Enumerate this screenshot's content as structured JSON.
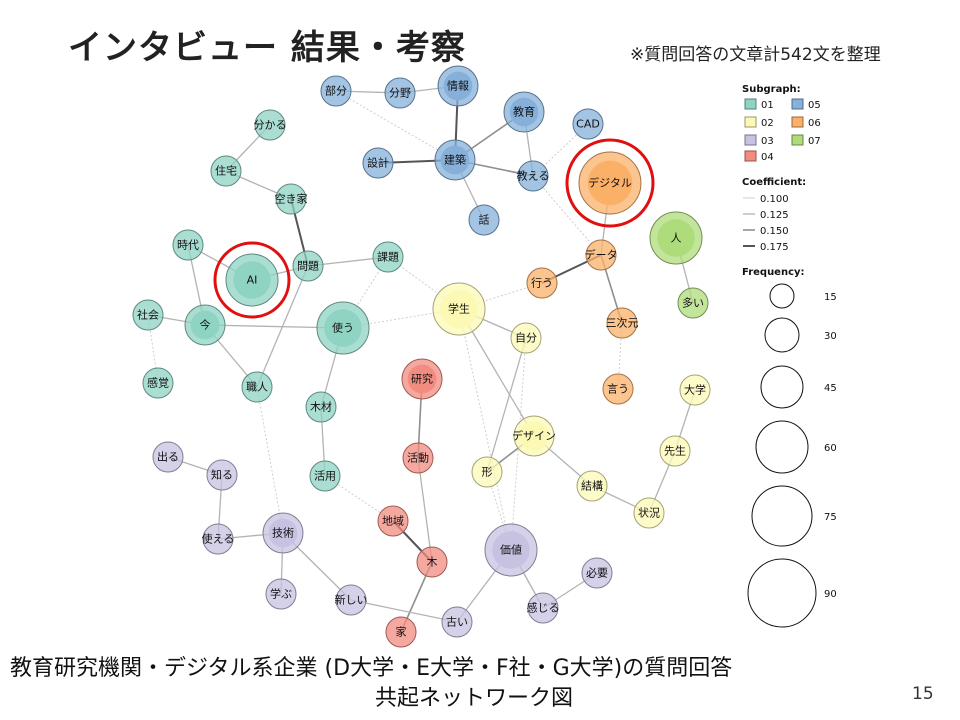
{
  "slide": {
    "title": "インタビュー 結果・考察",
    "note": "※質問回答の文章計542文を整理",
    "caption_line1": "教育研究機関・デジタル系企業 (D大学・E大学・F社・G大学)の質問回答",
    "caption_line2": "共起ネットワーク図",
    "page_number": "15"
  },
  "colors": {
    "01": "#8fd3c3",
    "02": "#fcf9b4",
    "03": "#c7c2e2",
    "04": "#f28b80",
    "05": "#86b0d9",
    "06": "#fbb068",
    "07": "#aedc7a",
    "highlight": "#e01010"
  },
  "legend": {
    "subgraph_title": "Subgraph:",
    "subgraphs": [
      "01",
      "02",
      "03",
      "04",
      "05",
      "06",
      "07"
    ],
    "coefficient_title": "Coefficient:",
    "coefficients": [
      "0.100",
      "0.125",
      "0.150",
      "0.175"
    ],
    "frequency_title": "Frequency:",
    "frequencies": [
      "15",
      "30",
      "45",
      "60",
      "75",
      "90"
    ]
  },
  "network": {
    "nodes": [
      {
        "id": "部分",
        "group": "05",
        "size": "s"
      },
      {
        "id": "分野",
        "group": "05",
        "size": "s"
      },
      {
        "id": "情報",
        "group": "05",
        "size": "m"
      },
      {
        "id": "教育",
        "group": "05",
        "size": "m"
      },
      {
        "id": "CAD",
        "group": "05",
        "size": "s"
      },
      {
        "id": "設計",
        "group": "05",
        "size": "s"
      },
      {
        "id": "建築",
        "group": "05",
        "size": "m"
      },
      {
        "id": "教える",
        "group": "05",
        "size": "s"
      },
      {
        "id": "話",
        "group": "05",
        "size": "s"
      },
      {
        "id": "分かる",
        "group": "01",
        "size": "s"
      },
      {
        "id": "住宅",
        "group": "01",
        "size": "s"
      },
      {
        "id": "空き家",
        "group": "01",
        "size": "s"
      },
      {
        "id": "時代",
        "group": "01",
        "size": "s"
      },
      {
        "id": "AI",
        "group": "01",
        "size": "l"
      },
      {
        "id": "問題",
        "group": "01",
        "size": "s"
      },
      {
        "id": "課題",
        "group": "01",
        "size": "s"
      },
      {
        "id": "社会",
        "group": "01",
        "size": "s"
      },
      {
        "id": "今",
        "group": "01",
        "size": "m"
      },
      {
        "id": "使う",
        "group": "01",
        "size": "l"
      },
      {
        "id": "感覚",
        "group": "01",
        "size": "s"
      },
      {
        "id": "職人",
        "group": "01",
        "size": "s"
      },
      {
        "id": "木材",
        "group": "01",
        "size": "s"
      },
      {
        "id": "活用",
        "group": "01",
        "size": "s"
      },
      {
        "id": "デジタル",
        "group": "06",
        "size": "xl"
      },
      {
        "id": "データ",
        "group": "06",
        "size": "s"
      },
      {
        "id": "行う",
        "group": "06",
        "size": "s"
      },
      {
        "id": "三次元",
        "group": "06",
        "size": "s"
      },
      {
        "id": "言う",
        "group": "06",
        "size": "s"
      },
      {
        "id": "人",
        "group": "07",
        "size": "l"
      },
      {
        "id": "多い",
        "group": "07",
        "size": "s"
      },
      {
        "id": "学生",
        "group": "02",
        "size": "l"
      },
      {
        "id": "自分",
        "group": "02",
        "size": "s"
      },
      {
        "id": "大学",
        "group": "02",
        "size": "s"
      },
      {
        "id": "デザイン",
        "group": "02",
        "size": "m"
      },
      {
        "id": "先生",
        "group": "02",
        "size": "s"
      },
      {
        "id": "形",
        "group": "02",
        "size": "s"
      },
      {
        "id": "結構",
        "group": "02",
        "size": "s"
      },
      {
        "id": "状況",
        "group": "02",
        "size": "s"
      },
      {
        "id": "研究",
        "group": "04",
        "size": "m"
      },
      {
        "id": "活動",
        "group": "04",
        "size": "s"
      },
      {
        "id": "地域",
        "group": "04",
        "size": "s"
      },
      {
        "id": "木",
        "group": "04",
        "size": "s"
      },
      {
        "id": "家",
        "group": "04",
        "size": "s"
      },
      {
        "id": "出る",
        "group": "03",
        "size": "s"
      },
      {
        "id": "知る",
        "group": "03",
        "size": "s"
      },
      {
        "id": "使える",
        "group": "03",
        "size": "s"
      },
      {
        "id": "技術",
        "group": "03",
        "size": "m"
      },
      {
        "id": "学ぶ",
        "group": "03",
        "size": "s"
      },
      {
        "id": "新しい",
        "group": "03",
        "size": "s"
      },
      {
        "id": "古い",
        "group": "03",
        "size": "s"
      },
      {
        "id": "価値",
        "group": "03",
        "size": "l"
      },
      {
        "id": "必要",
        "group": "03",
        "size": "s"
      },
      {
        "id": "感じる",
        "group": "03",
        "size": "s"
      }
    ],
    "highlighted": [
      "AI",
      "デジタル"
    ]
  }
}
